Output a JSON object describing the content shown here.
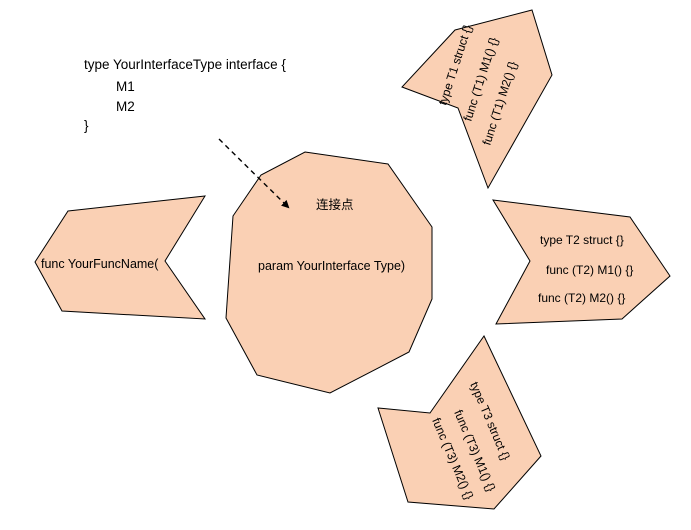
{
  "colors": {
    "shape_fill": "#fad0b4",
    "shape_stroke": "#000000",
    "text": "#000000",
    "background": "#ffffff"
  },
  "interface_code": {
    "line1": "type YourInterfaceType interface {",
    "line2": "M1",
    "line3": "M2",
    "line4": "}"
  },
  "connection_label": "连接点",
  "center_shape": {
    "label": "param YourInterface Type)"
  },
  "left_shape": {
    "label": "func YourFuncName("
  },
  "t1_shape": {
    "lines": [
      "type T1 struct {}",
      "func (T1) M1() {}",
      "func (T1) M2() {}"
    ]
  },
  "t2_shape": {
    "lines": [
      "type T2 struct {}",
      "func (T2) M1() {}",
      "func (T2) M2() {}"
    ]
  },
  "t3_shape": {
    "lines": [
      "type T3 struct {}",
      "func (T3) M1() {}",
      "func (T3) M2() {}"
    ]
  }
}
